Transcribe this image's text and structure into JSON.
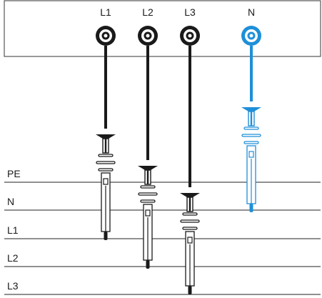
{
  "panel": {
    "terminals": [
      {
        "label": "L1",
        "color": "#1a1a1a"
      },
      {
        "label": "L2",
        "color": "#1a1a1a"
      },
      {
        "label": "L3",
        "color": "#1a1a1a"
      },
      {
        "label": "N",
        "color": "#1e8fd8"
      }
    ]
  },
  "conductors": [
    {
      "label": "PE"
    },
    {
      "label": "N"
    },
    {
      "label": "L1"
    },
    {
      "label": "L2"
    },
    {
      "label": "L3"
    }
  ],
  "colors": {
    "black_lead": "#1a1a1a",
    "blue_lead": "#1e8fd8",
    "line": "#222222"
  }
}
